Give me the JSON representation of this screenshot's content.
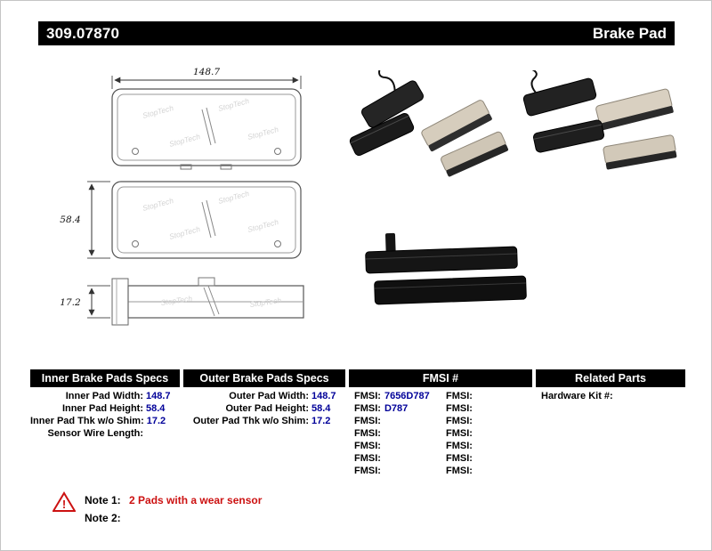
{
  "header": {
    "part_number": "309.07870",
    "product_title": "Brake Pad"
  },
  "drawing": {
    "watermark": "StopTech",
    "dims": {
      "width": "148.7",
      "height": "58.4",
      "thickness": "17.2"
    }
  },
  "tables": {
    "inner": {
      "title": "Inner Brake Pads Specs",
      "rows": [
        {
          "label": "Inner Pad Width:",
          "value": "148.7"
        },
        {
          "label": "Inner Pad Height:",
          "value": "58.4"
        },
        {
          "label": "Inner Pad Thk w/o Shim:",
          "value": "17.2"
        },
        {
          "label": "Sensor Wire Length:",
          "value": ""
        }
      ]
    },
    "outer": {
      "title": "Outer Brake Pads Specs",
      "rows": [
        {
          "label": "Outer Pad Width:",
          "value": "148.7"
        },
        {
          "label": "Outer Pad Height:",
          "value": "58.4"
        },
        {
          "label": "Outer Pad Thk w/o Shim:",
          "value": "17.2"
        }
      ]
    },
    "fmsi": {
      "title": "FMSI #",
      "rows": [
        {
          "left_label": "FMSI:",
          "left_value": "7656D787",
          "right_label": "FMSI:",
          "right_value": ""
        },
        {
          "left_label": "FMSI:",
          "left_value": "D787",
          "right_label": "FMSI:",
          "right_value": ""
        },
        {
          "left_label": "FMSI:",
          "left_value": "",
          "right_label": "FMSI:",
          "right_value": ""
        },
        {
          "left_label": "FMSI:",
          "left_value": "",
          "right_label": "FMSI:",
          "right_value": ""
        },
        {
          "left_label": "FMSI:",
          "left_value": "",
          "right_label": "FMSI:",
          "right_value": ""
        },
        {
          "left_label": "FMSI:",
          "left_value": "",
          "right_label": "FMSI:",
          "right_value": ""
        },
        {
          "left_label": "FMSI:",
          "left_value": "",
          "right_label": "FMSI:",
          "right_value": ""
        }
      ]
    },
    "related": {
      "title": "Related Parts",
      "rows": [
        {
          "label": "Hardware Kit #:",
          "value": ""
        }
      ]
    }
  },
  "notes": {
    "note1_label": "Note 1:",
    "note1_text": "2 Pads with a wear sensor",
    "note2_label": "Note 2:",
    "note2_text": ""
  },
  "colors": {
    "header_bg": "#000000",
    "value_text": "#000099",
    "note_red": "#cc1111"
  }
}
